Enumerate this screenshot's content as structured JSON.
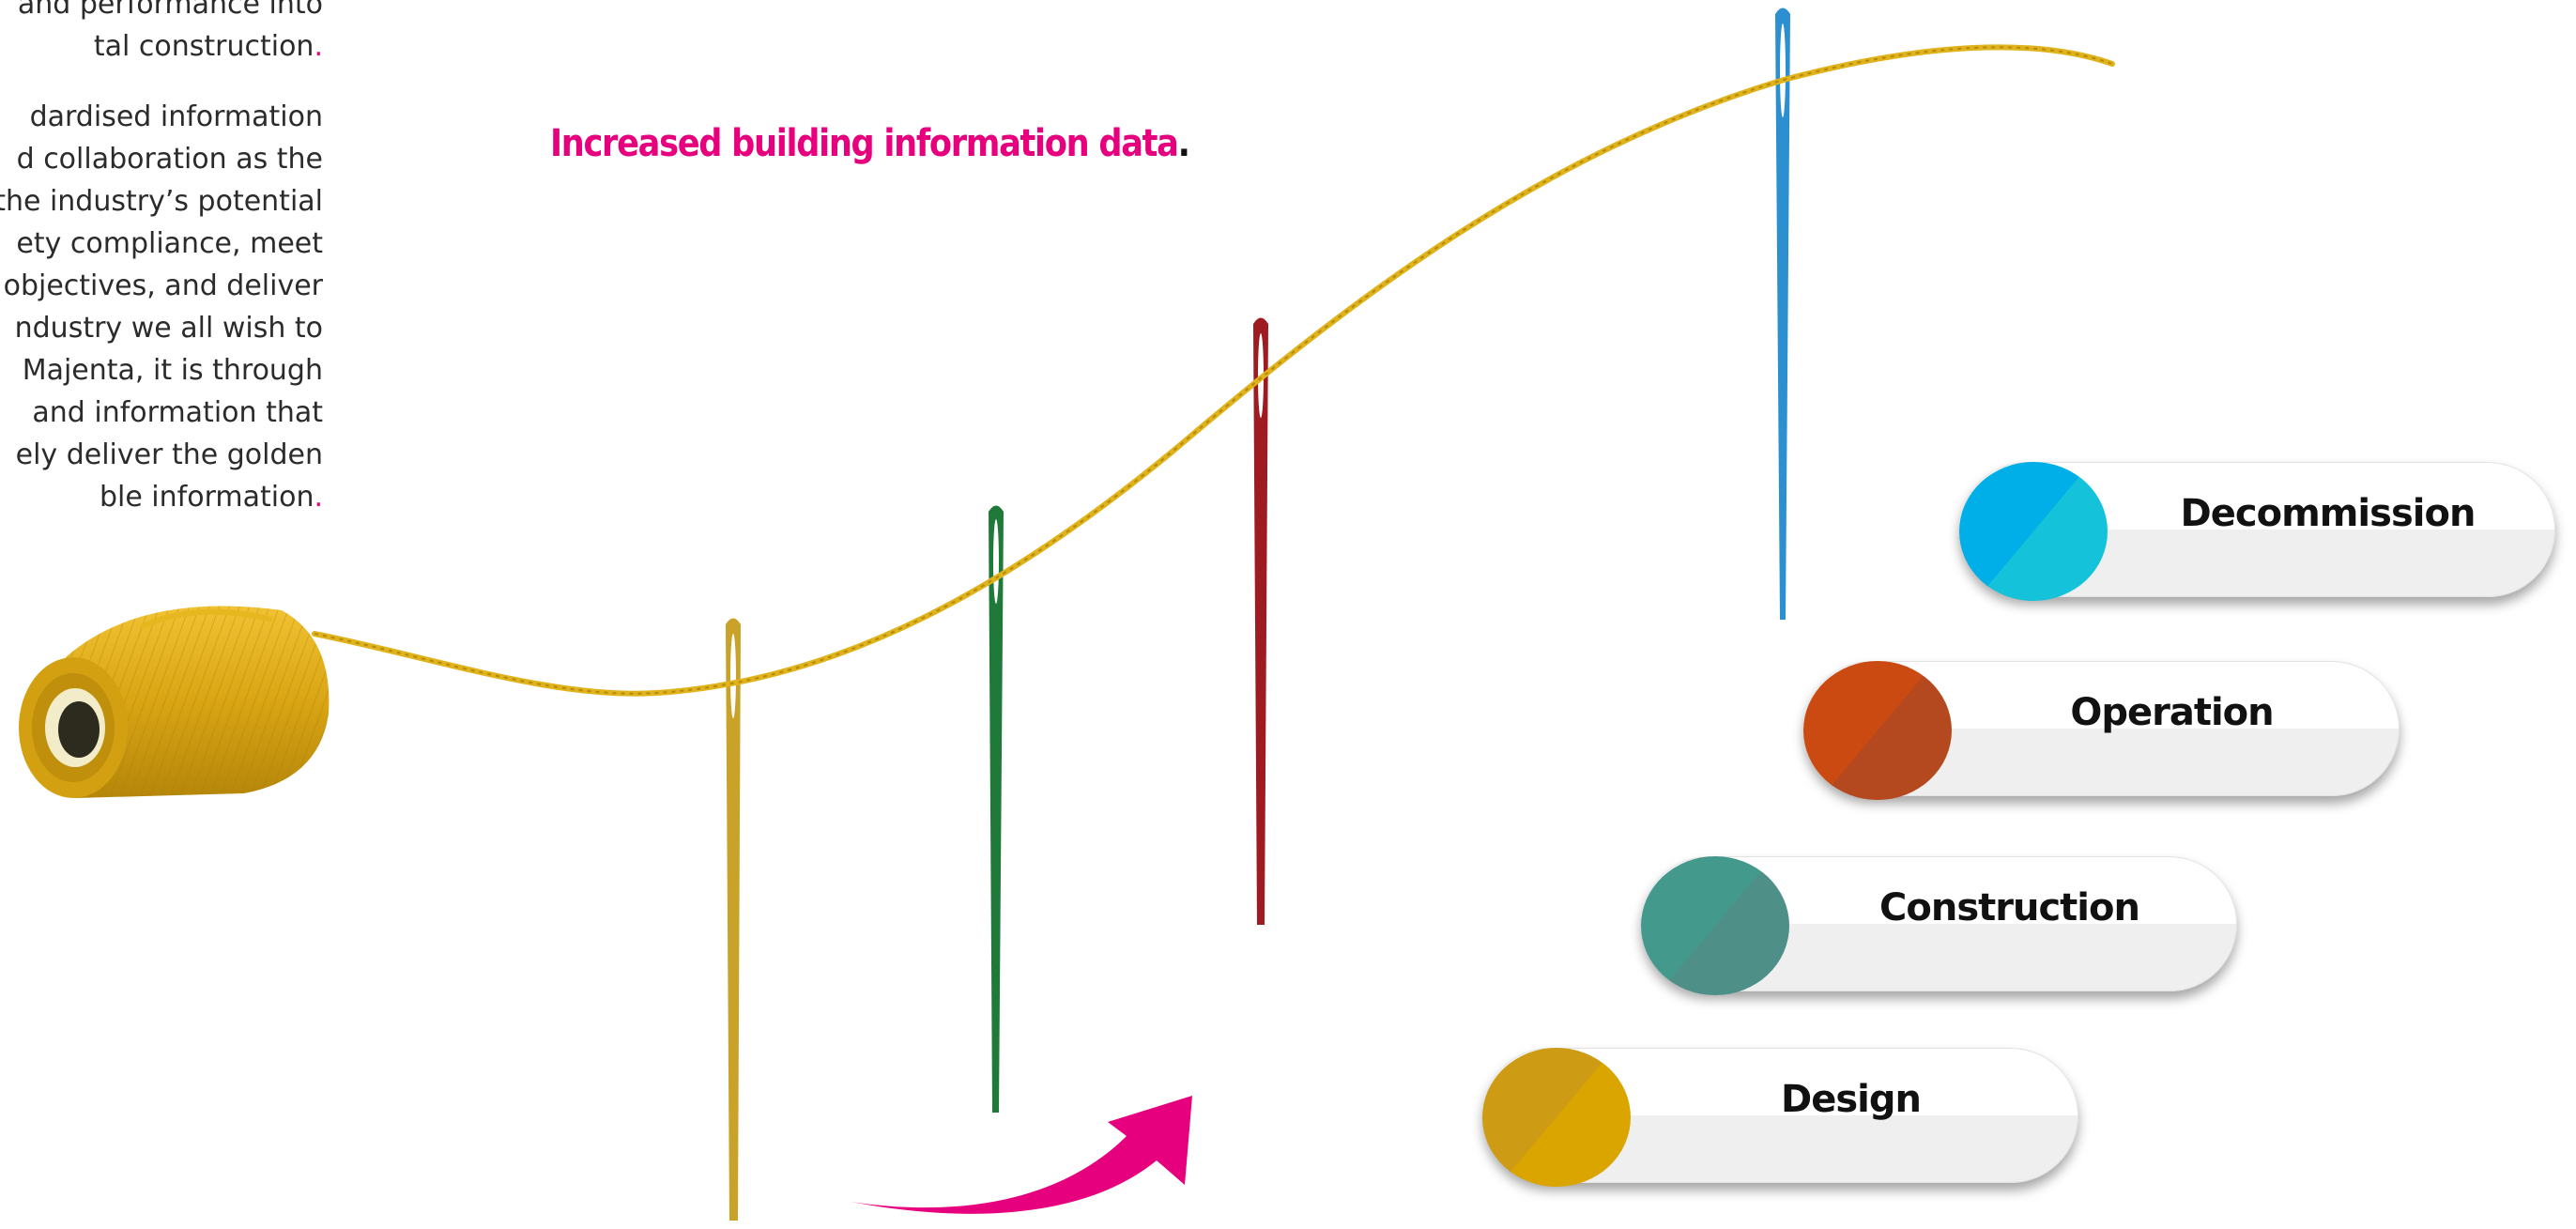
{
  "intro_text": {
    "lines": [
      "and performance into",
      "tal construction"
    ],
    "end_dot": "."
  },
  "main_text": {
    "lines": [
      "dardised information",
      "d collaboration as the",
      "the industry’s potential",
      "ety compliance, meet",
      "objectives, and deliver",
      "ndustry we all wish to",
      "Majenta, it is through",
      "and information that",
      "ely deliver the golden",
      "ble information"
    ],
    "end_dot": "."
  },
  "headline": {
    "text": "Increased building information data",
    "period": "."
  },
  "stages": [
    {
      "label": "Decommission",
      "color": "#00aee8"
    },
    {
      "label": "Operation",
      "color": "#cb4a12"
    },
    {
      "label": "Construction",
      "color": "#43998c"
    },
    {
      "label": "Design",
      "color": "#d9a300"
    }
  ],
  "illustration": {
    "thread_color": "#e0b31c",
    "needle_colors": [
      "#c9a22a",
      "#1f7a3a",
      "#9e1b22",
      "#2b8fd0"
    ],
    "arrow_color": "#e6007e",
    "icons": [
      "thread-spool-icon",
      "needle-icon",
      "arrow-icon"
    ]
  }
}
